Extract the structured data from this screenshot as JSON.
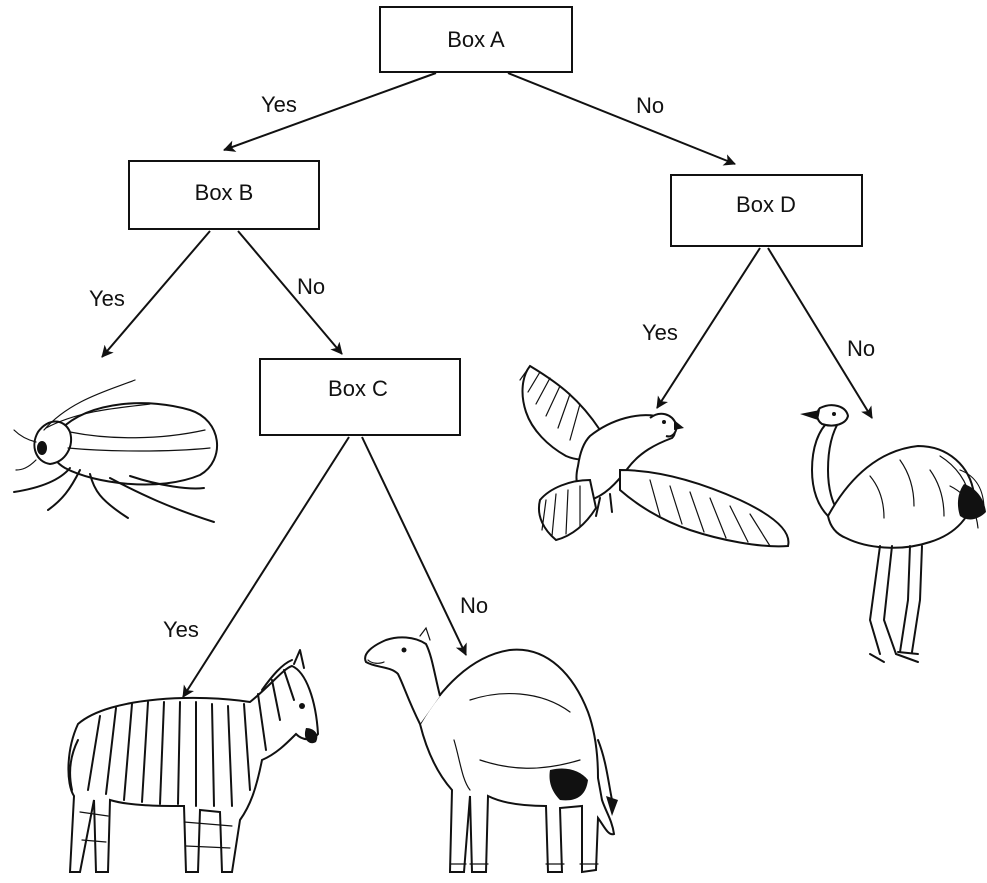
{
  "boxes": {
    "a": "Box A",
    "b": "Box B",
    "c": "Box C",
    "d": "Box D"
  },
  "edges": {
    "a_yes": "Yes",
    "a_no": "No",
    "b_yes": "Yes",
    "b_no": "No",
    "c_yes": "Yes",
    "c_no": "No",
    "d_yes": "Yes",
    "d_no": "No"
  },
  "illustrations": [
    "cockroach",
    "zebra",
    "camel",
    "eagle",
    "ostrich"
  ]
}
